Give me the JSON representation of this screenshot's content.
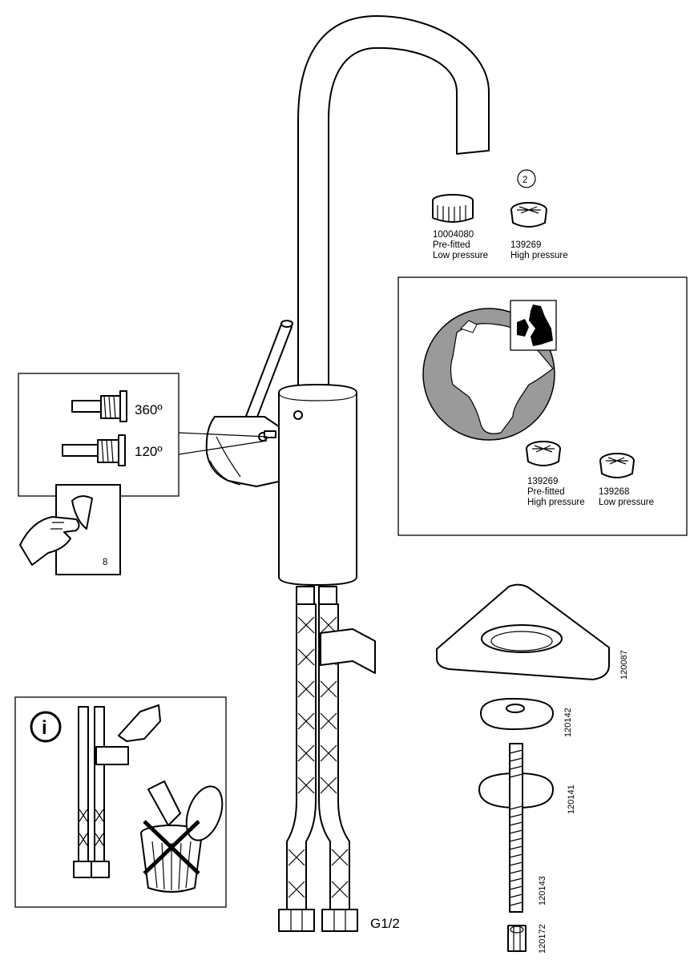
{
  "aerators": {
    "step_number": "2",
    "low_pressure_prefitted": {
      "code": "10004080",
      "note": "Pre-fitted",
      "pressure": "Low pressure"
    },
    "high_pressure_alt": {
      "code": "139269",
      "pressure": "High pressure"
    }
  },
  "uk_inset": {
    "high_pressure_prefitted": {
      "code": "139269",
      "note": "Pre-fitted",
      "pressure": "High pressure"
    },
    "low_pressure_alt": {
      "code": "139268",
      "pressure": "Low pressure"
    }
  },
  "rotation_inset": {
    "option_360": "360º",
    "option_120": "120º",
    "page_ref": "8"
  },
  "parts": {
    "part_120087": "120087",
    "part_120142": "120142",
    "part_120141": "120141",
    "part_120143": "120143",
    "part_120172": "120172"
  },
  "thread_label": "G1/2",
  "info_icon": "i",
  "icons": [
    "info-icon",
    "hand-pointing-icon",
    "trash-bin-icon",
    "prohibited-x-icon",
    "hand-peeling-page-icon",
    "globe-icon",
    "uk-map-icon"
  ]
}
